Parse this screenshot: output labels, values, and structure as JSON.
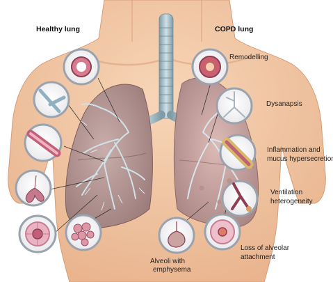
{
  "headings": {
    "healthy": "Healthy lung",
    "copd": "COPD lung"
  },
  "labels": {
    "remodelling": "Remodelling",
    "dysanapsis": "Dysanapsis",
    "inflammation_line1": "Inflammation and",
    "inflammation_line2": "mucus hypersecretion",
    "ventilation_line1": "Ventilation",
    "ventilation_line2": "heterogeneity",
    "alveoli_line1": "Alveoli with",
    "alveoli_line2": "emphysema",
    "attachment_line1": "Loss of alveolar",
    "attachment_line2": "attachment"
  },
  "colors": {
    "skin": "#f3c9a6",
    "lung_healthy": "#b89a97",
    "lung_copd": "#c7a3a0",
    "trachea": "#a9c3cc",
    "airway_pink": "#d77c8e",
    "inset_ring": "#9aa3ad",
    "leader_line": "#333333"
  }
}
